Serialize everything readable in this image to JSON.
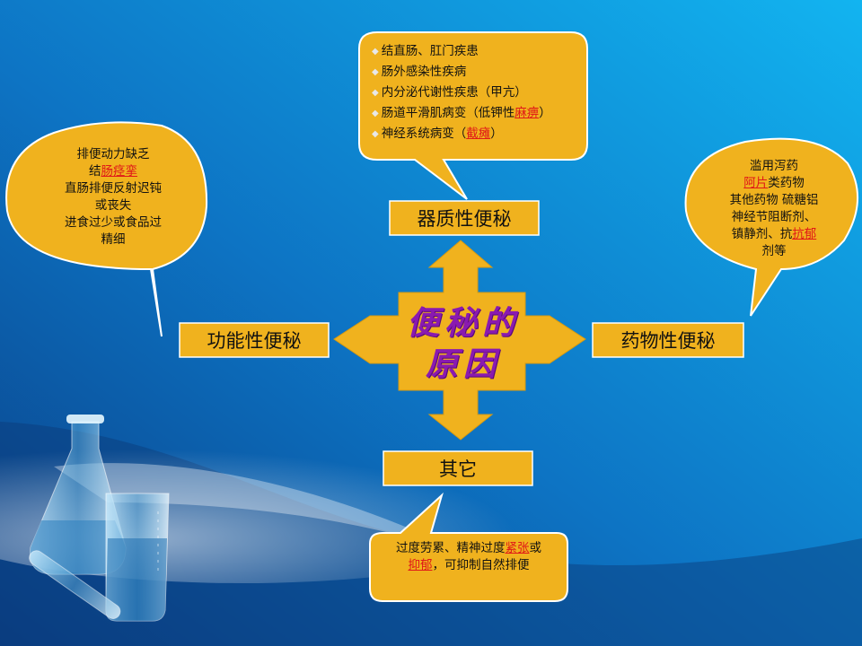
{
  "center": {
    "line1": "便秘的",
    "line2": "原因"
  },
  "branches": {
    "top": "器质性便秘",
    "left": "功能性便秘",
    "right": "药物性便秘",
    "bottom": "其它"
  },
  "callouts": {
    "top": [
      {
        "parts": [
          {
            "text": "结直肠、肛门疾患"
          }
        ]
      },
      {
        "parts": [
          {
            "text": "肠外感染性疾病"
          }
        ]
      },
      {
        "parts": [
          {
            "text": "内分泌代谢性疾患（甲亢）"
          }
        ]
      },
      {
        "parts": [
          {
            "text": "肠道平滑肌病变（低钾性"
          },
          {
            "text": "麻痹",
            "link": true
          },
          {
            "text": "）"
          }
        ]
      },
      {
        "parts": [
          {
            "text": "神经系统病变（"
          },
          {
            "text": "截瘫",
            "link": true
          },
          {
            "text": "）"
          }
        ]
      }
    ],
    "left": [
      {
        "parts": [
          {
            "text": "排便动力缺乏"
          }
        ]
      },
      {
        "parts": [
          {
            "text": "结"
          },
          {
            "text": "肠痉挛",
            "link": true
          }
        ]
      },
      {
        "parts": [
          {
            "text": "直肠排便反射迟钝"
          }
        ]
      },
      {
        "parts": [
          {
            "text": "或丧失"
          }
        ]
      },
      {
        "parts": [
          {
            "text": "进食过少或食品过"
          }
        ]
      },
      {
        "parts": [
          {
            "text": "精细"
          }
        ]
      }
    ],
    "right": [
      {
        "parts": [
          {
            "text": "滥用泻药"
          }
        ]
      },
      {
        "parts": [
          {
            "text": "阿片",
            "link": true
          },
          {
            "text": "类药物"
          }
        ]
      },
      {
        "parts": [
          {
            "text": "其他药物 硫糖铝"
          }
        ]
      },
      {
        "parts": [
          {
            "text": "神经节阻断剂、"
          }
        ]
      },
      {
        "parts": [
          {
            "text": "镇静剂、抗"
          },
          {
            "text": "抗郁",
            "link": true
          }
        ]
      },
      {
        "parts": [
          {
            "text": "剂等"
          }
        ]
      }
    ],
    "bottom": [
      {
        "parts": [
          {
            "text": "过度劳累、精神过度"
          },
          {
            "text": "紧张",
            "link": true
          },
          {
            "text": "或"
          }
        ]
      },
      {
        "parts": [
          {
            "text": "抑郁",
            "link": true
          },
          {
            "text": "，可抑制自然排便"
          }
        ]
      }
    ]
  },
  "colors": {
    "bg_dark": "#0a4f96",
    "bg_light": "#12b0ee",
    "box_fill": "#f0b21e",
    "box_border": "#ffffff",
    "link": "#e01818",
    "center_text": "#8a1ab0"
  }
}
